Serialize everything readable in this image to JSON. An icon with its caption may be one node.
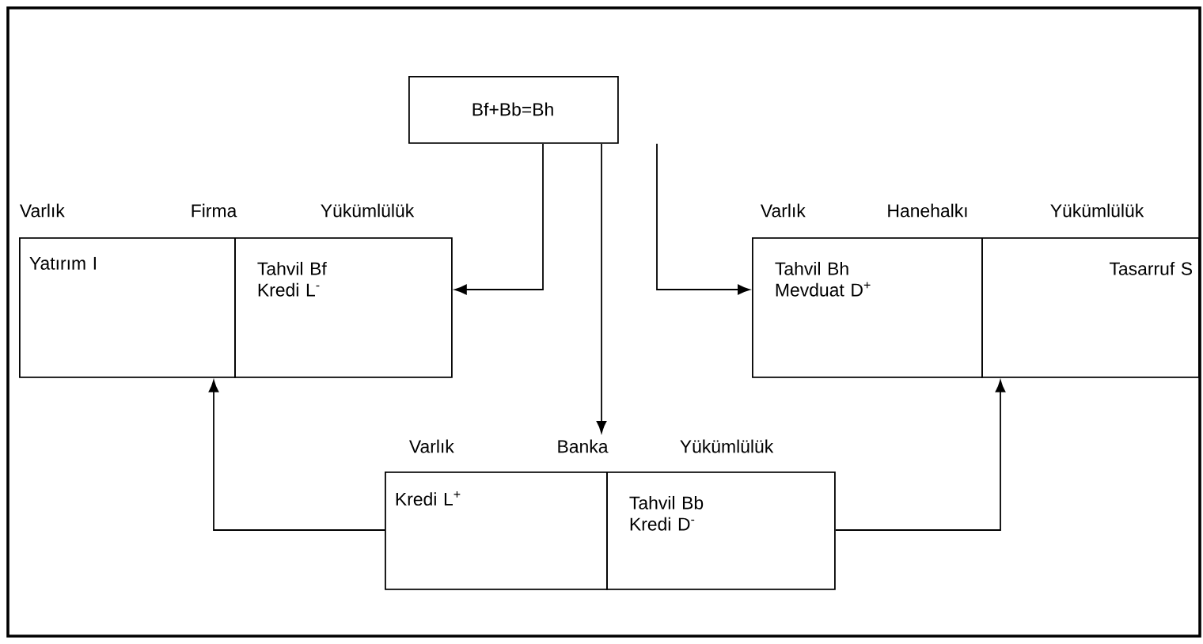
{
  "diagram": {
    "nodes": [
      {
        "text": [
          "Bf+Bb=Bh"
        ]
      },
      {
        "text": [
          "Yatırım I"
        ]
      },
      {
        "text": [
          "Tahvil Bf Kredi L$^{-}$"
        ]
      },
      {
        "text": [
          "Tahvil    Bh Mevduat D$^{+}$"
        ]
      },
      {
        "text": [
          "Tasarruf S"
        ]
      },
      {
        "text": [
          "Kredi L$^{+}$"
        ]
      },
      {
        "text": [
          "Tahvil Bb Kredi D$^{-}$"
        ]
      }
    ],
    "edges": [
      {
        "from": 0,
        "to": 2,
        "arrow": "to"
      },
      {
        "from": 0,
        "to": 3,
        "arrow": "to"
      },
      {
        "from": 0,
        "to": 6,
        "arrow": "to"
      },
      {
        "from": 5,
        "to": 1,
        "arrow": "to"
      },
      {
        "from": 6,
        "to": 4,
        "arrow": "to"
      }
    ],
    "labels": [
      "Varlık",
      "Firma",
      "Yükümlülük",
      "Varlık",
      "Hanehalkı",
      "Yükümlülük",
      "Varlık",
      "Banka",
      "Yükümlülük"
    ]
  }
}
